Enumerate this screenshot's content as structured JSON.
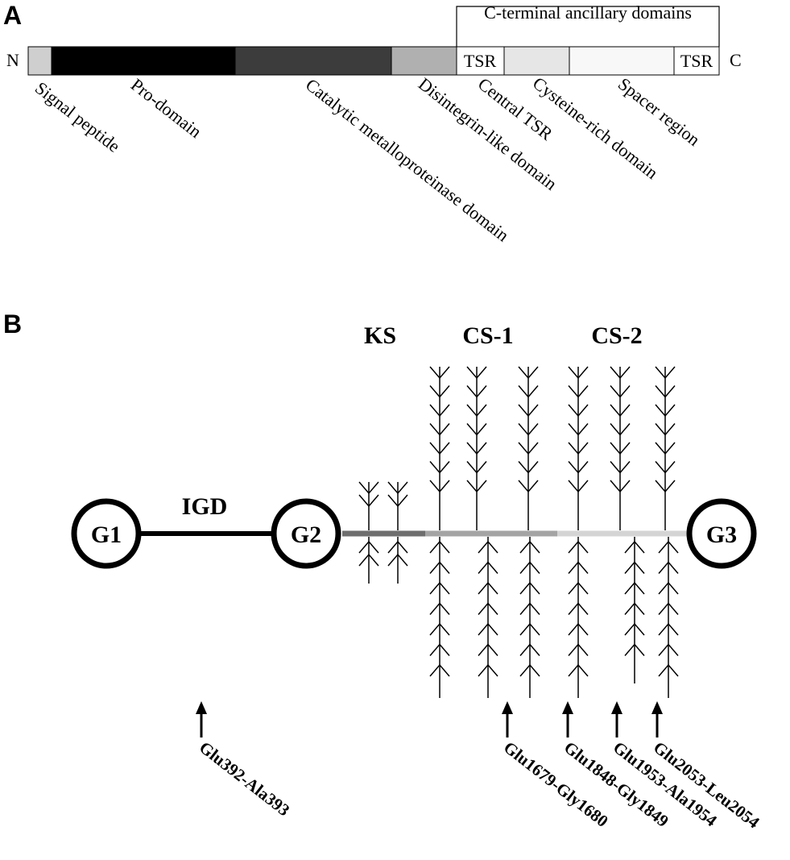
{
  "panel_a": {
    "letter": "A",
    "n_terminus": "N",
    "c_terminus": "C",
    "ancillary_header": "C-terminal ancillary domains",
    "segments": [
      {
        "key": "signal",
        "fill": "#cfcfcf",
        "label": ""
      },
      {
        "key": "pro",
        "fill": "#000000",
        "label": ""
      },
      {
        "key": "catalytic",
        "fill": "#3c3c3c",
        "label": ""
      },
      {
        "key": "disintegrin",
        "fill": "#b0b0b0",
        "label": ""
      },
      {
        "key": "central-tsr",
        "fill": "#ffffff",
        "label": "TSR"
      },
      {
        "key": "cysteine",
        "fill": "#e6e6e6",
        "label": ""
      },
      {
        "key": "spacer",
        "fill": "#f8f8f8",
        "label": ""
      },
      {
        "key": "terminal-tsr",
        "fill": "#ffffff",
        "label": "TSR"
      }
    ],
    "domain_labels": [
      "Signal peptide",
      "Pro-domain",
      "Catalytic metalloproteinase domain",
      "Disintegrin-like domain",
      "Central TSR",
      "Cysteine-rich domain",
      "Spacer region"
    ]
  },
  "panel_b": {
    "letter": "B",
    "g1": "G1",
    "g2": "G2",
    "g3": "G3",
    "igd": "IGD",
    "regions": [
      {
        "label": "KS",
        "color": "#6e6e6e"
      },
      {
        "label": "CS-1",
        "color": "#a4a4a4"
      },
      {
        "label": "CS-2",
        "color": "#d4d4d4"
      }
    ],
    "cleavage_sites": [
      "Glu392-Ala393",
      "Glu1679-Gly1680",
      "Glu1848-Gly1849",
      "Glu1953-Ala1954",
      "Glu2053-Leu2054"
    ]
  }
}
